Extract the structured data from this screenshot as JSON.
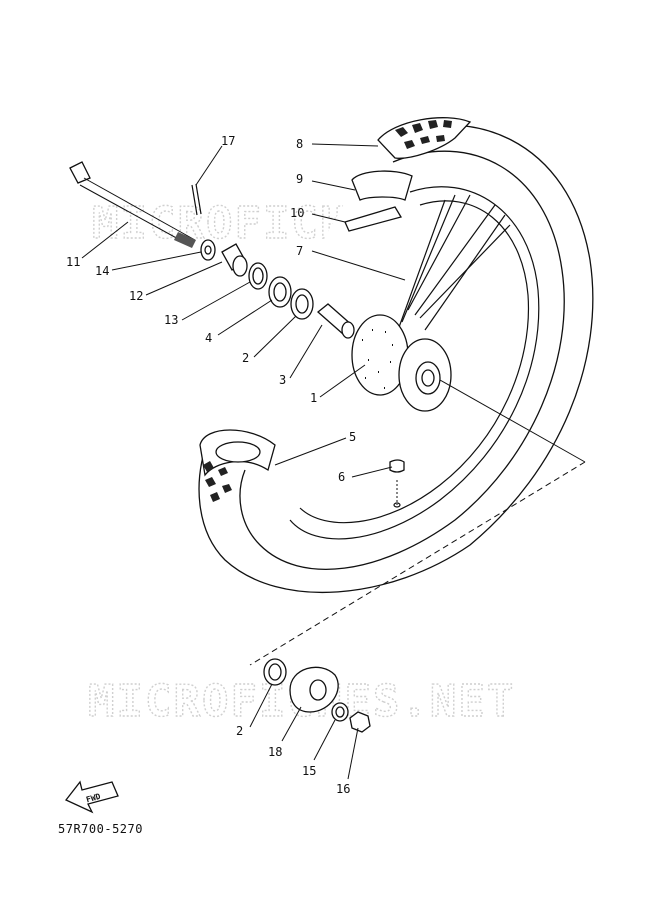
{
  "watermark": [
    "MICROFICHES.NET",
    "MICROFICHES.NET"
  ],
  "catalog_code": "57R700-5270",
  "fwd_label": "FWD",
  "parts": [
    {
      "id": "p17",
      "label": "17"
    },
    {
      "id": "p8",
      "label": "8"
    },
    {
      "id": "p9",
      "label": "9"
    },
    {
      "id": "p10",
      "label": "10"
    },
    {
      "id": "p7",
      "label": "7"
    },
    {
      "id": "p11",
      "label": "11"
    },
    {
      "id": "p14",
      "label": "14"
    },
    {
      "id": "p12",
      "label": "12"
    },
    {
      "id": "p13",
      "label": "13"
    },
    {
      "id": "p4",
      "label": "4"
    },
    {
      "id": "p2a",
      "label": "2"
    },
    {
      "id": "p3",
      "label": "3"
    },
    {
      "id": "p1",
      "label": "1"
    },
    {
      "id": "p5",
      "label": "5"
    },
    {
      "id": "p6",
      "label": "6"
    },
    {
      "id": "p2b",
      "label": "2"
    },
    {
      "id": "p18",
      "label": "18"
    },
    {
      "id": "p15",
      "label": "15"
    },
    {
      "id": "p16",
      "label": "16"
    }
  ]
}
